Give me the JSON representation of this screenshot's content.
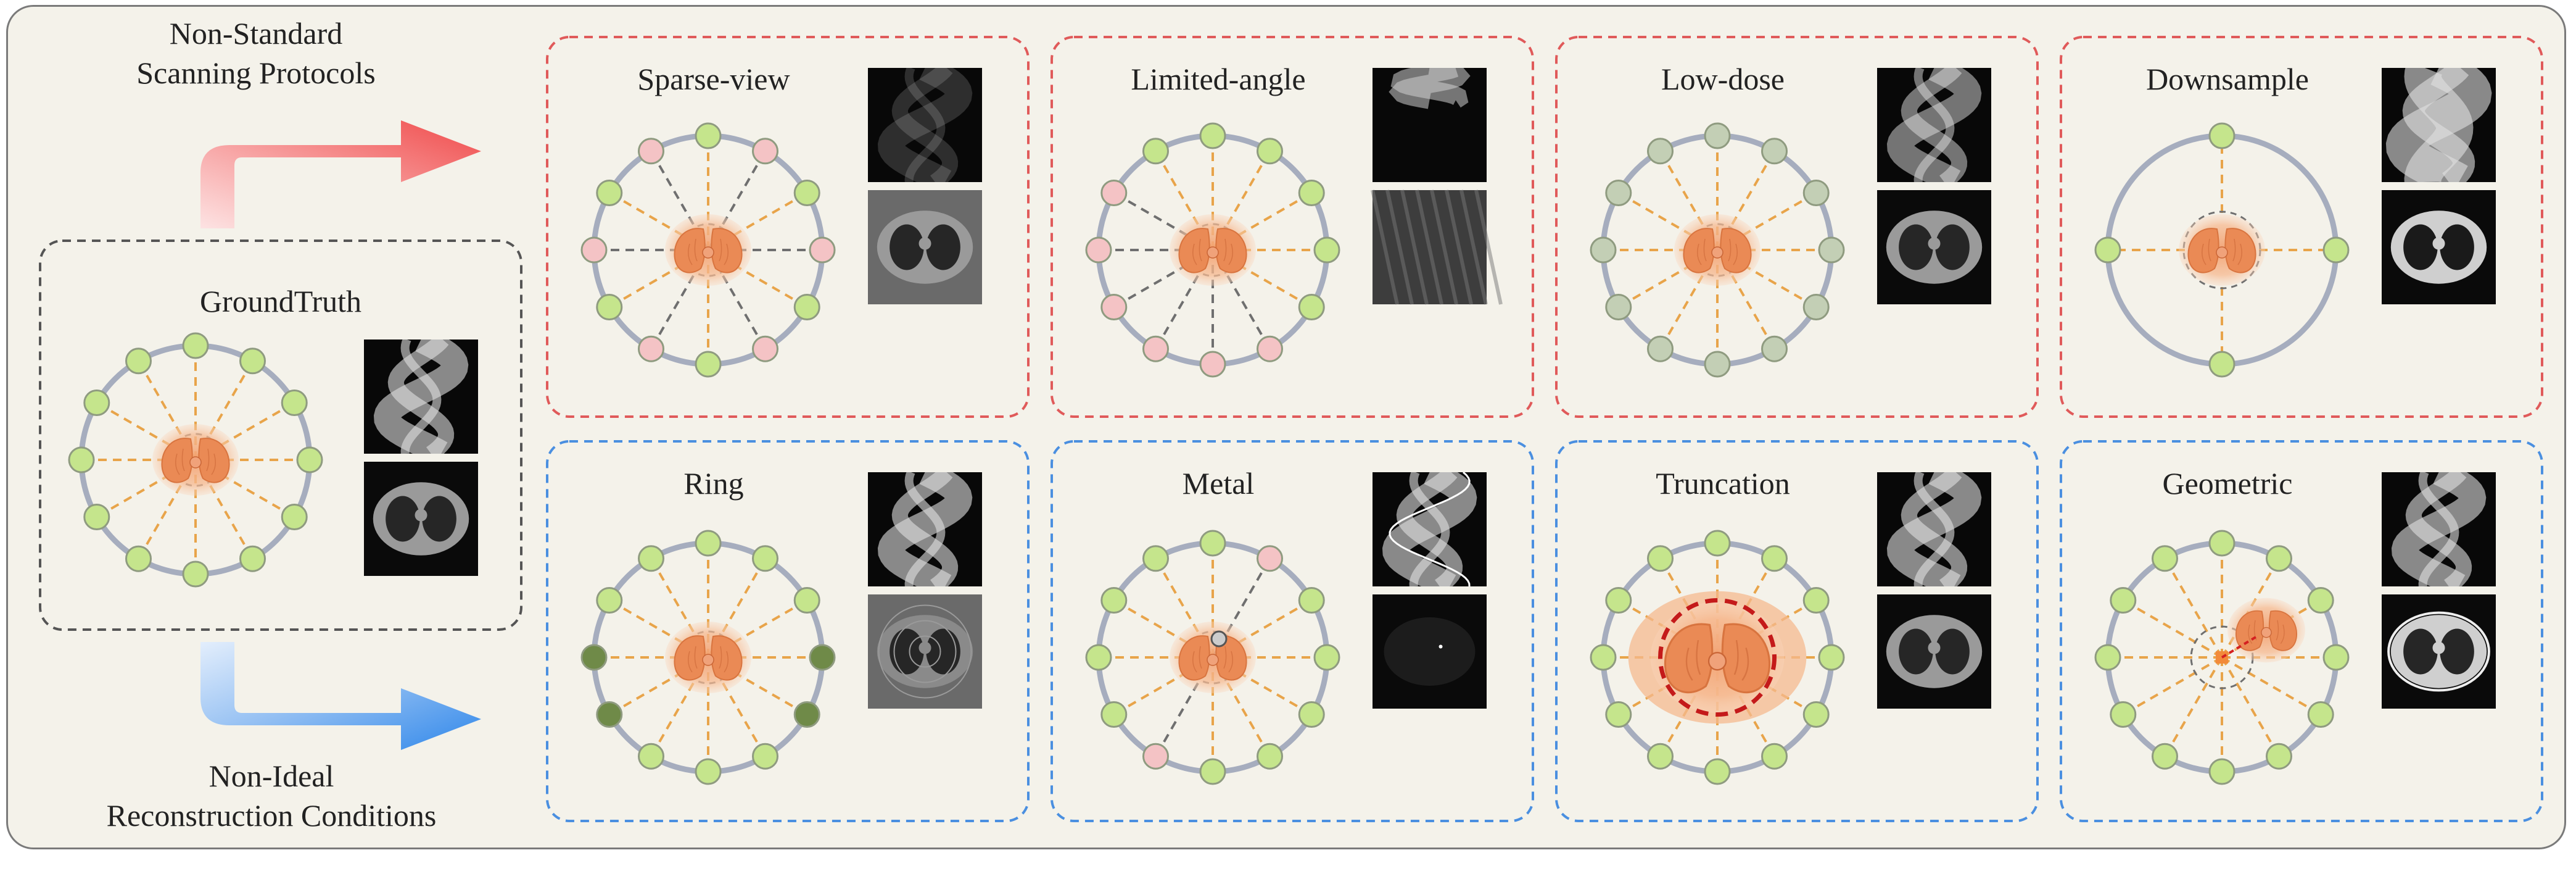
{
  "labels": {
    "top_arrow": [
      "Non-Standard",
      "Scanning Protocols"
    ],
    "bottom_arrow": [
      "Non-Ideal",
      "Reconstruction Conditions"
    ]
  },
  "colors": {
    "background": "#f4f2ea",
    "protocol_border": "#e05a5a",
    "condition_border": "#4a8fe0",
    "groundtruth_border": "#555555",
    "gantry_ring": "#a6adbe",
    "detector_green": "#c5e58c",
    "detector_pink": "#f4c3c5",
    "detector_gray_green": "#c3cfb5",
    "detector_dark_green": "#6f8a48",
    "ray_orange": "#e8a44a",
    "ray_gray": "#6f6f6f",
    "body_orange": "#f3a877",
    "arrow_red": "#f05050",
    "arrow_blue": "#3a8fe8"
  },
  "panels": [
    {
      "id": "groundtruth",
      "title": "GroundTruth",
      "group": "groundtruth",
      "variant": "full"
    },
    {
      "id": "sparse-view",
      "title": "Sparse-view",
      "group": "protocol",
      "variant": "sparse"
    },
    {
      "id": "limited-angle",
      "title": "Limited-angle",
      "group": "protocol",
      "variant": "limited"
    },
    {
      "id": "low-dose",
      "title": "Low-dose",
      "group": "protocol",
      "variant": "lowdose"
    },
    {
      "id": "downsample",
      "title": "Downsample",
      "group": "protocol",
      "variant": "downsample"
    },
    {
      "id": "ring",
      "title": "Ring",
      "group": "condition",
      "variant": "ring"
    },
    {
      "id": "metal",
      "title": "Metal",
      "group": "condition",
      "variant": "metal"
    },
    {
      "id": "truncation",
      "title": "Truncation",
      "group": "condition",
      "variant": "truncation"
    },
    {
      "id": "geometric",
      "title": "Geometric",
      "group": "condition",
      "variant": "geometric"
    }
  ]
}
